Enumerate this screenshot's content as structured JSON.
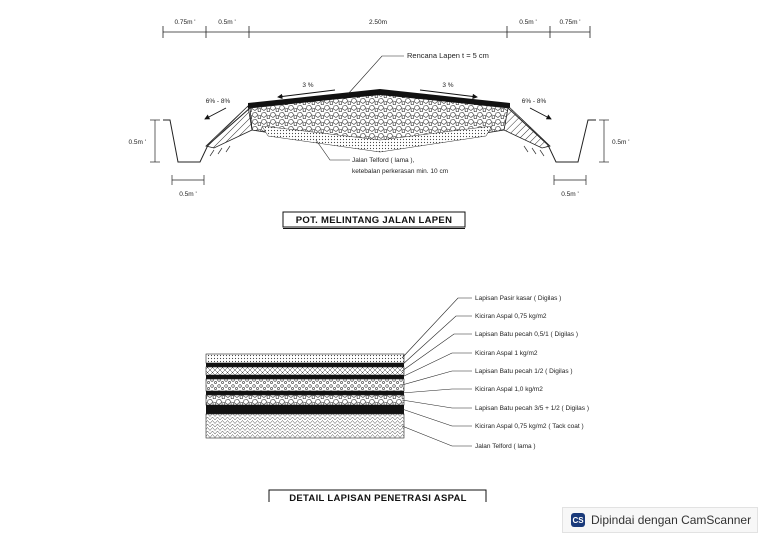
{
  "cross_section": {
    "dims_top": [
      "0.75m '",
      "0.5m '",
      "2.50m",
      "0.5m '",
      "0.75m '"
    ],
    "slope_center_left": "3 %",
    "slope_center_right": "3 %",
    "slope_side_left": "6% - 8%",
    "slope_side_right": "6% - 8%",
    "plan_label": "Rencana Lapen  t = 5 cm",
    "telford_label_line1": "Jalan Telford ( lama ),",
    "telford_label_line2": "ketebalan perkerasan min. 10 cm",
    "ditch_depth_left": "0.5m '",
    "ditch_depth_right": "0.5m '",
    "ditch_width_left": "0.5m '",
    "ditch_width_right": "0.5m '",
    "title": "POT. MELINTANG JALAN LAPEN"
  },
  "detail": {
    "layers": [
      "Lapisan Pasir kasar ( Digilas )",
      "Kiciran Aspal 0,75 kg/m2",
      "Lapisan Batu pecah 0,5/1  ( Digilas )",
      "Kiciran Aspal 1 kg/m2",
      "Lapisan Batu pecah 1/2  ( Digilas )",
      "Kiciran Aspal 1,0 kg/m2",
      "Lapisan Batu pecah 3/5 + 1/2  ( Digilas )",
      "Kiciran Aspal 0,75 kg/m2  ( Tack coat )",
      "Jalan Telford ( lama )"
    ],
    "title": "DETAIL LAPISAN PENETRASI ASPAL"
  },
  "watermark": {
    "icon_text": "CS",
    "text": "Dipindai dengan CamScanner"
  }
}
